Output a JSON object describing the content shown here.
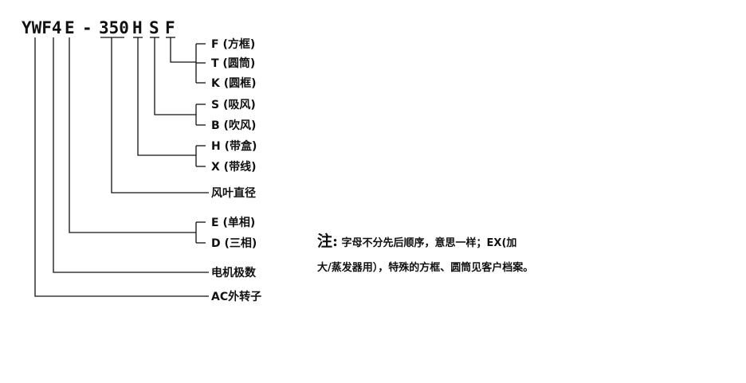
{
  "model_code": {
    "part_ywf4": "YWF4",
    "part_e": "E",
    "dash": "-",
    "part_350": "350",
    "part_h": "H",
    "part_s": "S",
    "part_f": "F"
  },
  "labels": {
    "frame_f": "F (方框)",
    "frame_t": "T (圆筒)",
    "frame_k": "K (圆框)",
    "flow_s": "S (吸风)",
    "flow_b": "B (吹风)",
    "box_h": "H (带盒)",
    "box_x": "X (带线)",
    "diameter": "风叶直径",
    "phase_e": "E (单相)",
    "phase_d": "D (三相)",
    "poles": "电机极数",
    "rotor": "AC外转子"
  },
  "note": {
    "head": "注:",
    "line1": "字母不分先后顺序，意思一样；EX(加",
    "line2": "大/蒸发器用），特殊的方框、圆筒见客户档案。"
  }
}
